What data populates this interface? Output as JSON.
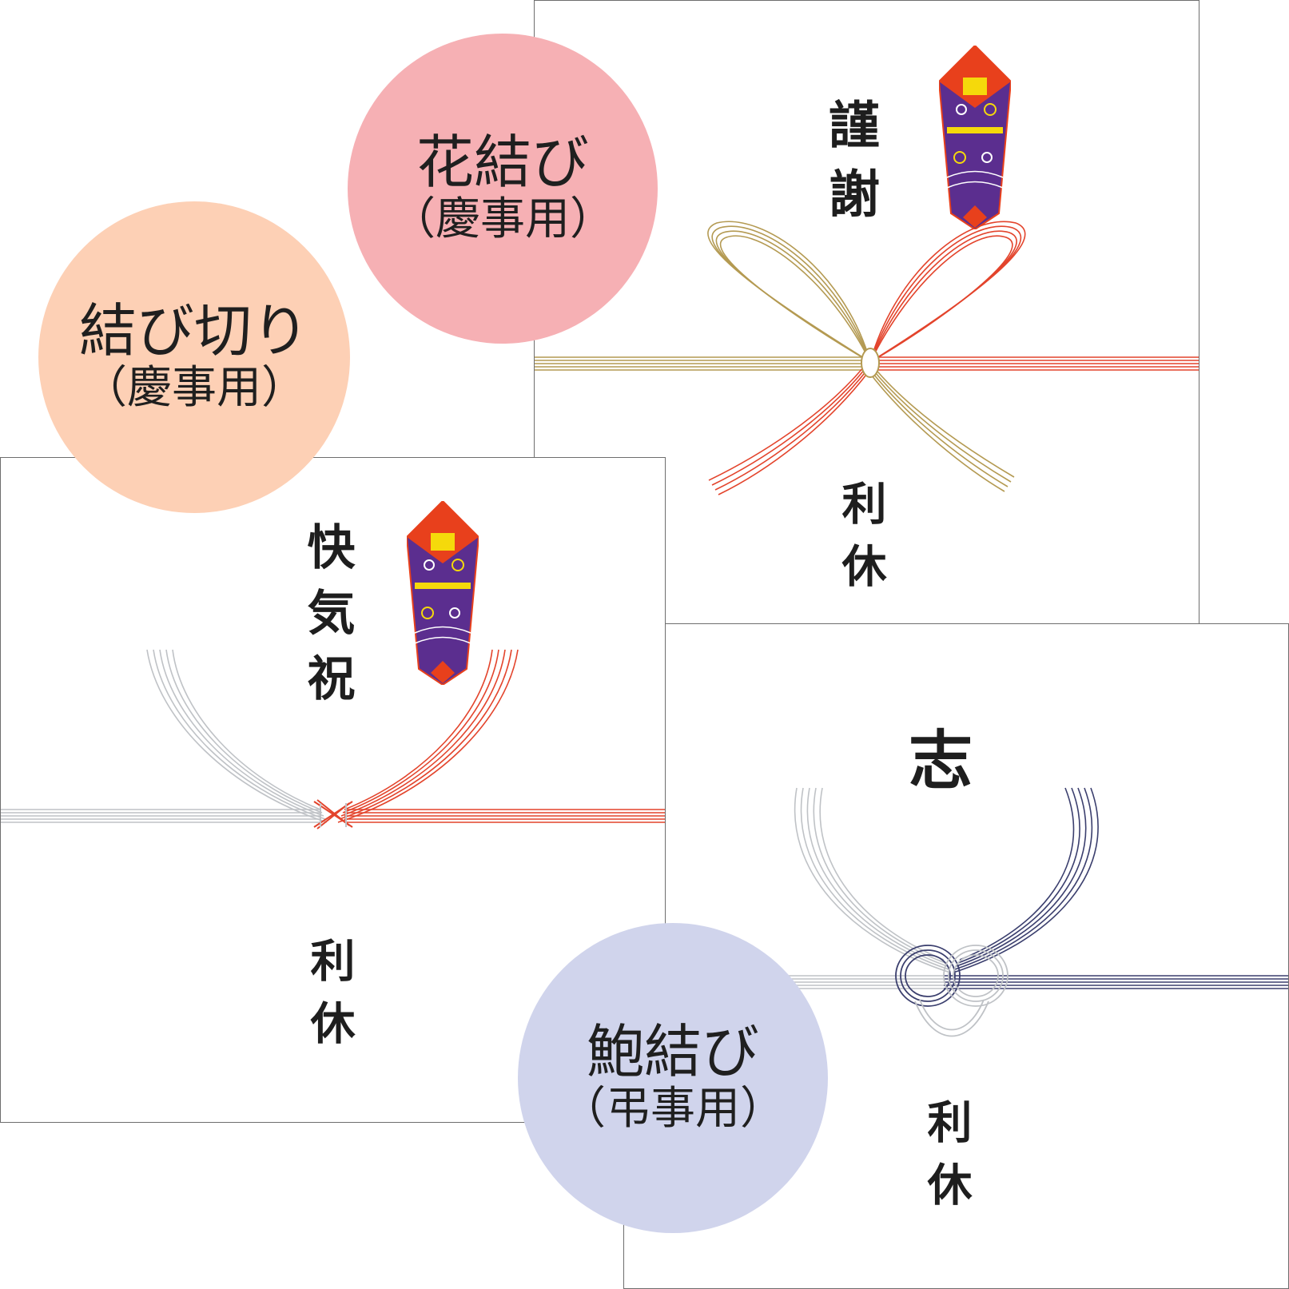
{
  "cards": {
    "hana": {
      "inscription": "謹謝",
      "name": "利休"
    },
    "musubikiri": {
      "inscription": "快気祝",
      "name": "利休"
    },
    "awaji": {
      "inscription": "志",
      "name": "利休"
    }
  },
  "badges": {
    "hana": {
      "title": "花結び",
      "sub": "（慶事用）",
      "color": "#f6b0b4"
    },
    "musubikiri": {
      "title": "結び切り",
      "sub": "（慶事用）",
      "color": "#fdd0b5"
    },
    "awaji": {
      "title": "鮑結び",
      "sub": "（弔事用）",
      "color": "#d0d4ec"
    }
  },
  "colors": {
    "red_cord": "#e3442c",
    "gold_cord": "#b49a52",
    "silver_cord": "#bfc2c6",
    "navy_cord": "#3b3f6e",
    "noshi_purple": "#5b2e8f",
    "noshi_red": "#e8401c",
    "noshi_yellow": "#f5d90b"
  }
}
